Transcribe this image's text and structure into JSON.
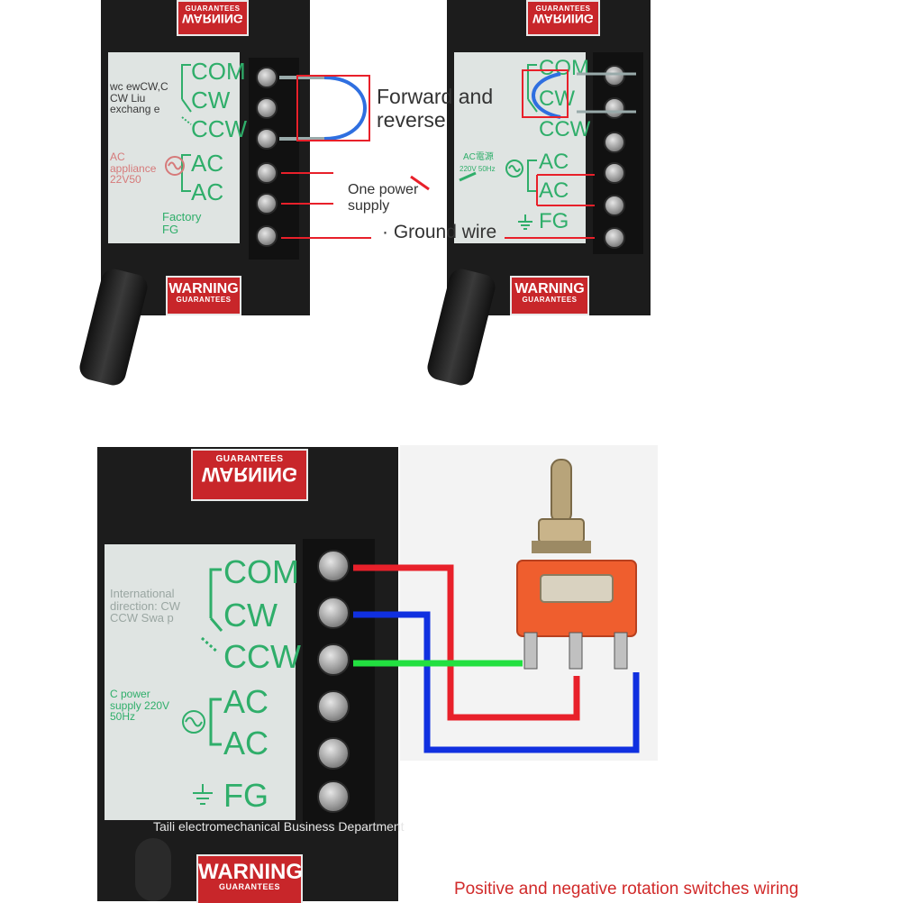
{
  "warning": {
    "label": "WARNING",
    "sub": "GUARANTEES"
  },
  "terminals_a": [
    "COM",
    "CW",
    "CCW",
    "AC",
    "AC"
  ],
  "terminals_b": [
    "COM",
    "CW",
    "CCW",
    "AC",
    "AC",
    "FG"
  ],
  "terminals_c": [
    "COM",
    "CW",
    "CCW",
    "AC",
    "AC",
    "FG"
  ],
  "panel1": {
    "note_swap": "wc ewCW,C CW Liu exchang e",
    "note_ac": "AC appliance 22V50",
    "note_fg": "Factory FG"
  },
  "panel2": {
    "ac_rating_top": "AC電源",
    "ac_rating_bottom": "220V 50Hz"
  },
  "annotations": {
    "forward_reverse": "Forward and reverse",
    "one_power": "One power supply",
    "ground_wire": "· Ground wire"
  },
  "panel3": {
    "note_direction": "International direction: CW CCW Swa p",
    "note_ac": "C power supply 220V 50Hz",
    "watermark": "Taili electromechanical Business Department"
  },
  "caption": "Positive and negative rotation switches wiring",
  "colors": {
    "red": "#e8202a",
    "blue": "#1030e0",
    "green": "#22e040",
    "label_green": "#2fae6a"
  },
  "icons": [
    "ac-sine-icon",
    "ground-icon",
    "toggle-switch-icon",
    "screw-icon"
  ]
}
